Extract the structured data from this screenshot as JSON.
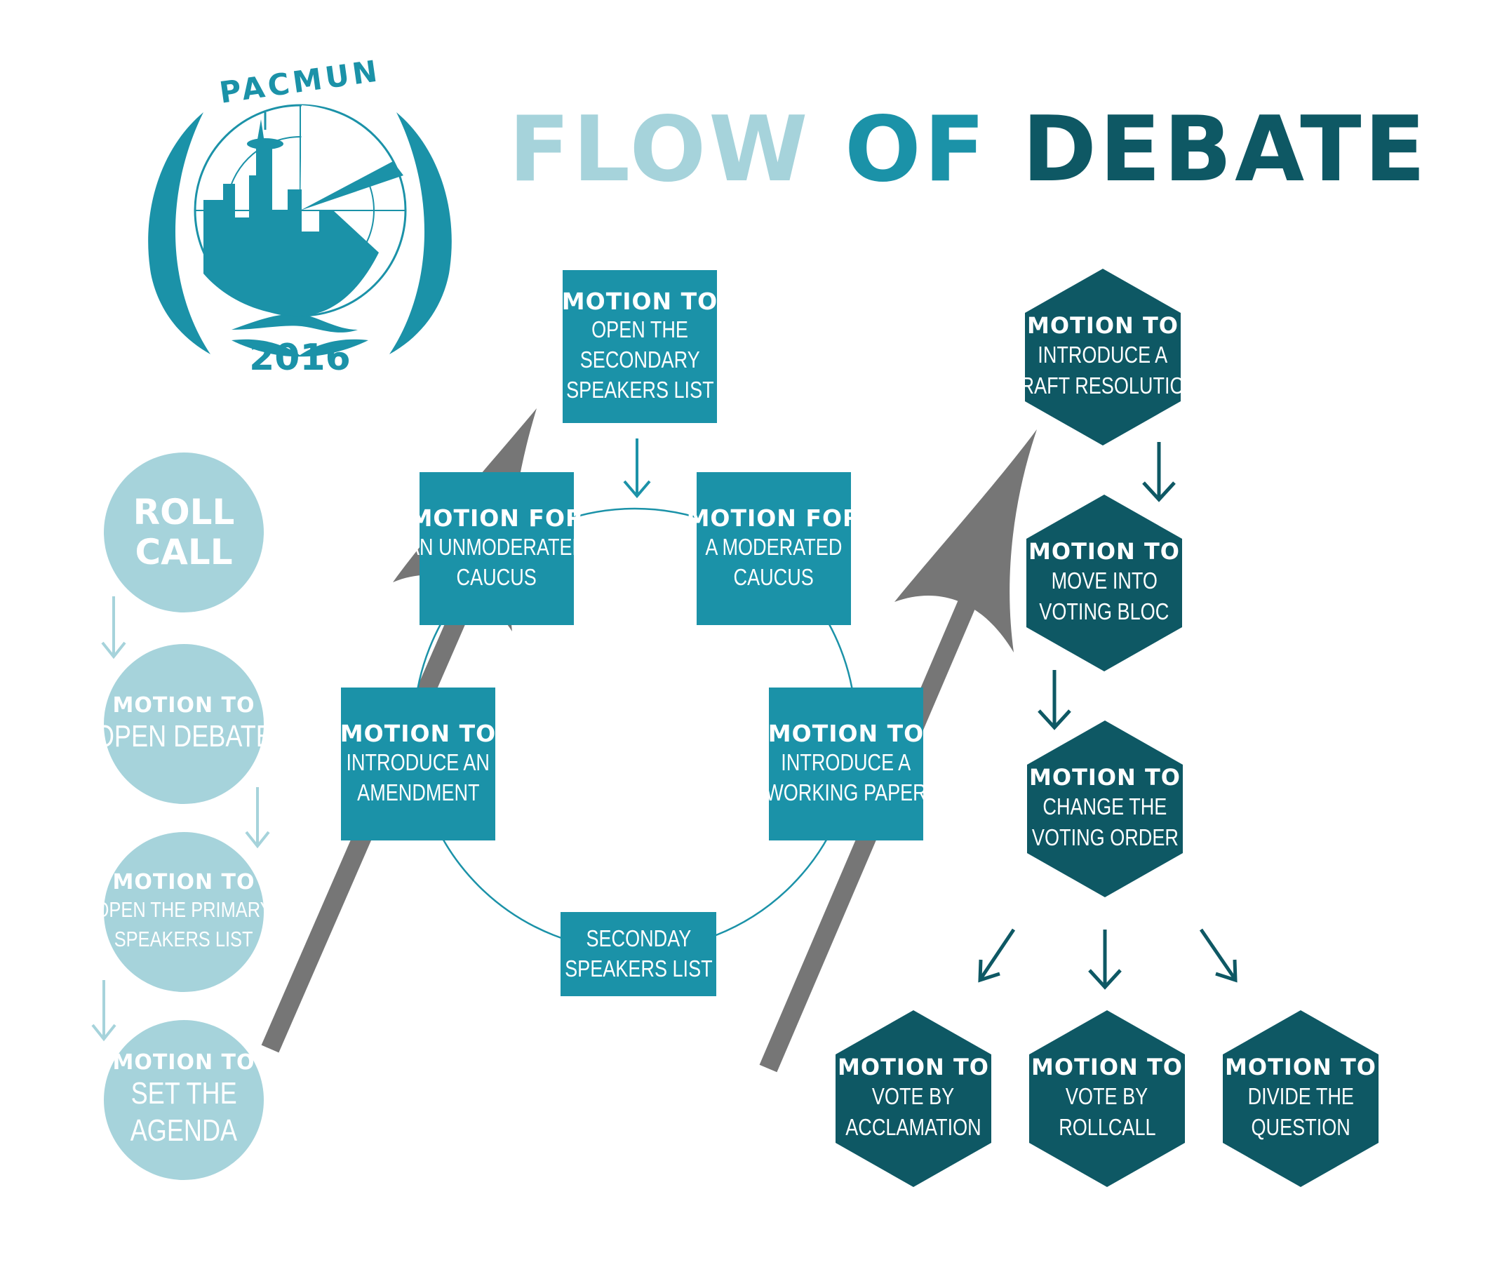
{
  "logo": {
    "top_text": "PACMUN",
    "year": "2016"
  },
  "title": {
    "word1": "FLOW",
    "word2": "OF",
    "word3": "DEBATE"
  },
  "colors": {
    "light": "#a6d3db",
    "mid": "#1b92a8",
    "dark": "#0e5864",
    "arrow": "#767676"
  },
  "left_steps": [
    {
      "big": "ROLL",
      "big2": "CALL"
    },
    {
      "head": "MOTION TO",
      "line1": "OPEN DEBATE"
    },
    {
      "head": "MOTION TO",
      "line1": "OPEN THE PRIMARY",
      "line2": "SPEAKERS LIST"
    },
    {
      "head": "MOTION TO",
      "line1": "SET THE",
      "line2": "AGENDA"
    }
  ],
  "cycle": {
    "top": {
      "head": "MOTION TO",
      "line1": "OPEN THE",
      "line2": "SECONDARY",
      "line3": "SPEAKERS LIST"
    },
    "unmod": {
      "head": "MOTION FOR",
      "line1": "AN UNMODERATED",
      "line2": "CAUCUS"
    },
    "mod": {
      "head": "MOTION FOR",
      "line1": "A MODERATED",
      "line2": "CAUCUS"
    },
    "amend": {
      "head": "MOTION TO",
      "line1": "INTRODUCE AN",
      "line2": "AMENDMENT"
    },
    "paper": {
      "head": "MOTION TO",
      "line1": "INTRODUCE A",
      "line2": "WORKING PAPER"
    },
    "speakers": {
      "line1": "SECONDAY",
      "line2": "SPEAKERS LIST"
    }
  },
  "right_steps": [
    {
      "head": "MOTION TO",
      "line1": "INTRODUCE A",
      "line2": "DRAFT RESOLUTION"
    },
    {
      "head": "MOTION TO",
      "line1": "MOVE INTO",
      "line2": "VOTING BLOC"
    },
    {
      "head": "MOTION TO",
      "line1": "CHANGE THE",
      "line2": "VOTING ORDER"
    }
  ],
  "vote_options": [
    {
      "head": "MOTION TO",
      "line1": "VOTE BY",
      "line2": "ACCLAMATION"
    },
    {
      "head": "MOTION TO",
      "line1": "VOTE BY",
      "line2": "ROLLCALL"
    },
    {
      "head": "MOTION TO",
      "line1": "DIVIDE THE",
      "line2": "QUESTION"
    }
  ]
}
